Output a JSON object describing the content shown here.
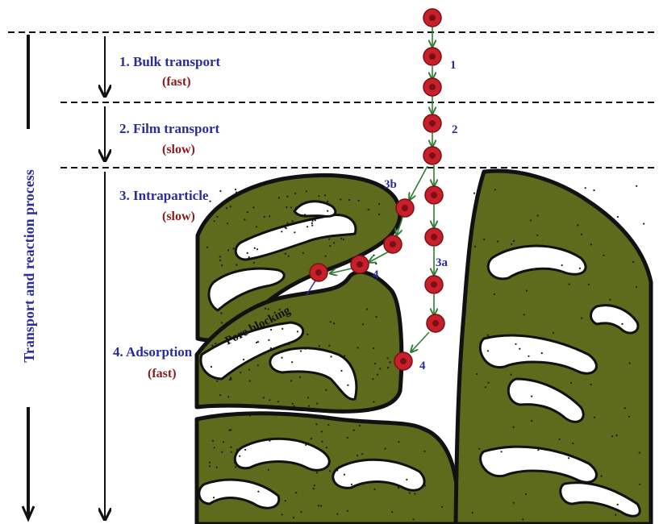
{
  "stages": [
    {
      "title": "1. Bulk transport",
      "speed": "(fast)"
    },
    {
      "title": "2. Film transport",
      "speed": "(slow)"
    },
    {
      "title": "3. Intraparticle",
      "speed": "(slow)"
    },
    {
      "title": "4. Adsorption",
      "speed": "(fast)"
    }
  ],
  "vertical_label": "Transport and reaction process",
  "steps": {
    "s1": "1",
    "s2": "2",
    "s3a": "3a",
    "s3b": "3b",
    "s4_right": "4",
    "s4_left": "4"
  },
  "pore_label": "Pore blocking",
  "colors": {
    "particle": "#5e6b1c",
    "molecule": "#c8202a",
    "stage_title": "#2b2b9c",
    "stage_speed": "#8b1a1a",
    "path_arrow": "#2e7d32"
  }
}
